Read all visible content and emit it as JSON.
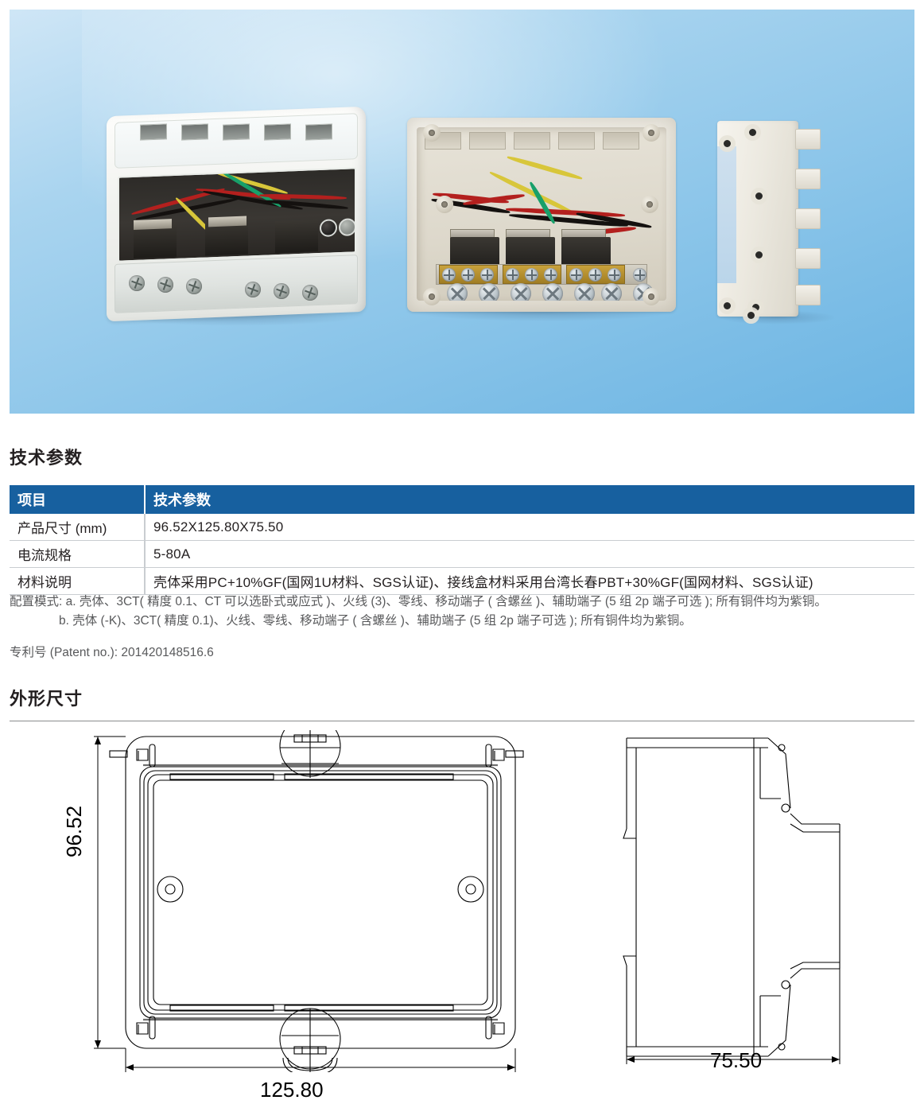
{
  "hero": {
    "alt": "三相电能表外壳产品实拍图",
    "photos": [
      {
        "name": "meter-housing-with-transparent-cover",
        "caption": ""
      },
      {
        "name": "open-case-with-terminal-block",
        "caption": ""
      },
      {
        "name": "mounting-back-plate",
        "caption": ""
      }
    ]
  },
  "sections": {
    "tech_title": "技术参数",
    "dim_title": "外形尺寸"
  },
  "spec_table": {
    "headers": [
      "项目",
      "技术参数"
    ],
    "rows": [
      {
        "item": "产品尺寸 (mm)",
        "value": "96.52X125.80X75.50"
      },
      {
        "item": "电流规格",
        "value": "5-80A"
      },
      {
        "item": "材料说明",
        "value": "壳体采用PC+10%GF(国网1U材料、SGS认证)、接线盒材料采用台湾长春PBT+30%GF(国网材料、SGS认证)"
      }
    ]
  },
  "notes": {
    "line_a": "配置模式: a. 壳体、3CT( 精度 0.1、CT 可以选卧式或应式 )、火线 (3)、零线、移动端子 ( 含螺丝 )、辅助端子 (5 组 2p 端子可选 );  所有铜件均为紫铜。",
    "line_b": "b. 壳体 (-K)、3CT( 精度 0.1)、火线、零线、移动端子 ( 含螺丝 )、辅助端子 (5 组 2p 端子可选 );  所有铜件均为紫铜。",
    "patent": "专利号 (Patent no.):  201420148516.6"
  },
  "dimensions": {
    "height": "96.52",
    "width": "125.80",
    "depth": "75.50",
    "front_view_name": "front-view-drawing",
    "side_view_name": "side-view-drawing"
  },
  "colors": {
    "table_header_bg": "#17609f",
    "heading": "#231f20",
    "body_text": "#58595b",
    "hero_bg_top": "#cfe6f6",
    "hero_bg_bottom": "#6cb5e3"
  }
}
